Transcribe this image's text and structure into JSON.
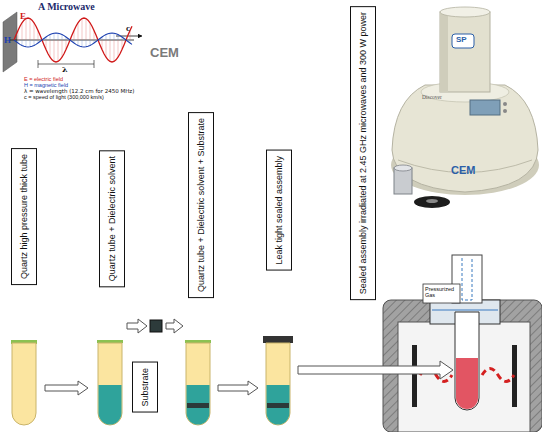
{
  "diagram": {
    "title": "A Microwave",
    "nodes": [
      {
        "text": [
          "Quartz high pressure thick tube"
        ]
      },
      {
        "text": [
          "Quartz tube + Dielectric solvent"
        ]
      },
      {
        "text": [
          "Substrate"
        ]
      },
      {
        "text": [
          "Quartz tube + Dielectric solvent + Substrate"
        ]
      },
      {
        "text": [
          "Leak tight sealed assembly"
        ]
      },
      {
        "text": [
          "Sealed assembly irradiated at 2.45 GHz microwaves and 300 W power"
        ]
      }
    ],
    "labels": [
      "E",
      "H",
      "λ",
      "c",
      "E = electric field",
      "H = magnetic field",
      "λ = wavelength (12.2 cm for 2450 MHz)",
      "c = speed of light (300,000 km/s)",
      "CEM",
      "SP",
      "Discover",
      "CEM",
      "Pressurized Gas"
    ]
  }
}
